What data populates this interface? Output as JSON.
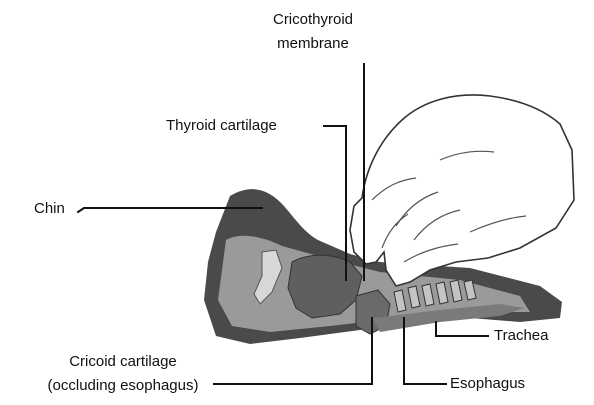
{
  "labels": {
    "cricothyroid_membrane": [
      "Cricothyroid",
      "membrane"
    ],
    "thyroid_cartilage": "Thyroid cartilage",
    "chin": "Chin",
    "trachea": "Trachea",
    "cricoid_cartilage": [
      "Cricoid cartilage",
      "(occluding esophagus)"
    ],
    "esophagus": "Esophagus"
  },
  "colors": {
    "skin_shadow": "#4a4a4a",
    "neck_gray": "#9a9a9a",
    "cartilage_dark": "#5f5f5f",
    "cartilage_light": "#c4c4c4",
    "hand_fill": "#ffffff",
    "hand_stroke": "#333333"
  }
}
